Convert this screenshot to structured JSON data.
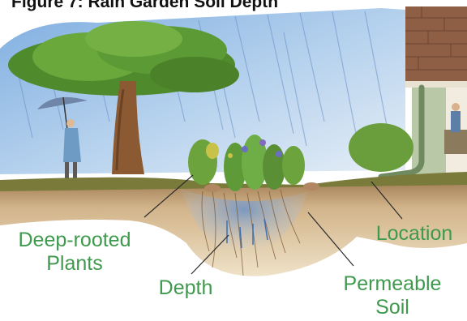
{
  "title": "Figure 7: Rain Garden Soil Depth",
  "colors": {
    "label_green": "#3f9a4e",
    "sky": "#9fc2e6",
    "soil": "#c9a77a",
    "foliage": "#5e9a33",
    "brick": "#9b6a4d"
  },
  "labels": {
    "deep_rooted": [
      "Deep-rooted",
      "Plants"
    ],
    "depth": "Depth",
    "location": "Location",
    "permeable": [
      "Permeable",
      "Soil"
    ]
  }
}
